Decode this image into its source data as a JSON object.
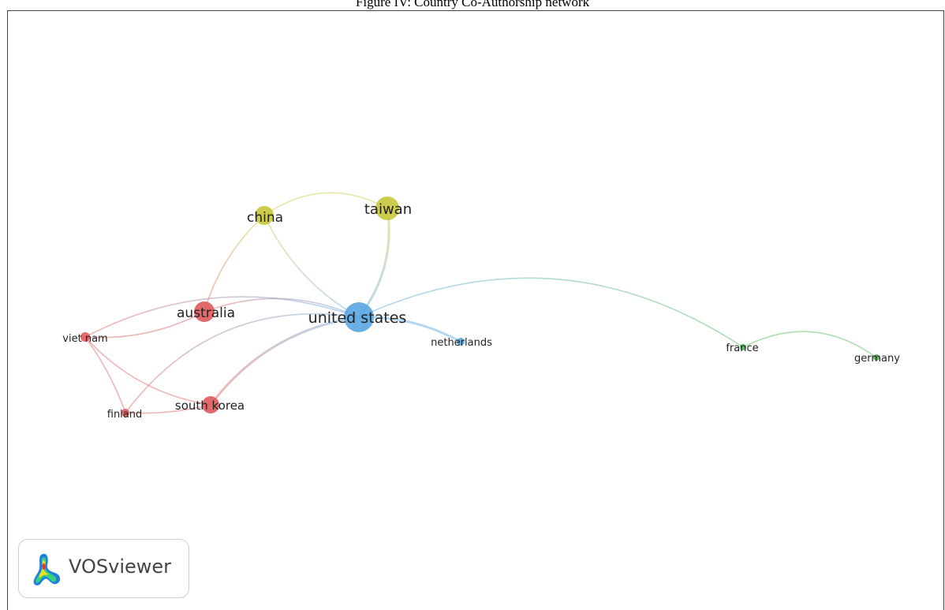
{
  "caption": "Figure IV: Country Co-Authorship network",
  "logo": {
    "text": "VOSviewer",
    "icon": "vosviewer-logo-icon"
  },
  "colors": {
    "cluster_red": "#e05a5a",
    "cluster_yellow": "#c8c83a",
    "cluster_blue": "#5aa6e0",
    "cluster_green": "#4db84d"
  },
  "nodes": [
    {
      "id": "united-states",
      "label": "united states",
      "cluster": "blue"
    },
    {
      "id": "china",
      "label": "china",
      "cluster": "yellow"
    },
    {
      "id": "taiwan",
      "label": "taiwan",
      "cluster": "yellow"
    },
    {
      "id": "australia",
      "label": "australia",
      "cluster": "red"
    },
    {
      "id": "south-korea",
      "label": "south korea",
      "cluster": "red"
    },
    {
      "id": "vietnam",
      "label": "viet nam",
      "cluster": "red"
    },
    {
      "id": "finland",
      "label": "finland",
      "cluster": "red"
    },
    {
      "id": "netherlands",
      "label": "netherlands",
      "cluster": "blue"
    },
    {
      "id": "france",
      "label": "france",
      "cluster": "green"
    },
    {
      "id": "germany",
      "label": "germany",
      "cluster": "green"
    }
  ],
  "links": [
    [
      "china",
      "taiwan"
    ],
    [
      "china",
      "united-states"
    ],
    [
      "taiwan",
      "united-states"
    ],
    [
      "china",
      "australia"
    ],
    [
      "australia",
      "united-states"
    ],
    [
      "south-korea",
      "united-states"
    ],
    [
      "finland",
      "united-states"
    ],
    [
      "united-states",
      "netherlands"
    ],
    [
      "united-states",
      "france"
    ],
    [
      "france",
      "germany"
    ],
    [
      "vietnam",
      "australia"
    ],
    [
      "vietnam",
      "south-korea"
    ],
    [
      "vietnam",
      "finland"
    ],
    [
      "finland",
      "south-korea"
    ],
    [
      "vietnam",
      "united-states"
    ]
  ]
}
